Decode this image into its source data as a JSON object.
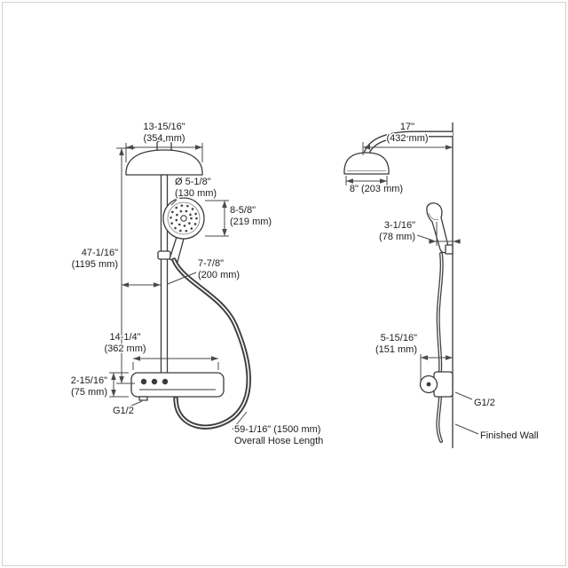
{
  "page": {
    "background": "#ffffff",
    "line_color": "#3a3a3a",
    "dim_color": "#4a4a4a"
  },
  "front_view": {
    "head_width_in": "13-15/16\"",
    "head_width_mm": "(354 mm)",
    "handshower_dia_in": "Ø 5-1/8\"",
    "handshower_dia_mm": "(130 mm)",
    "drop_in": "8-5/8\"",
    "drop_mm": "(219 mm)",
    "offset_in": "7-7/8\"",
    "offset_mm": "(200 mm)",
    "height_in": "47-1/16\"",
    "height_mm": "(1195 mm)",
    "valve_width_in": "14-1/4\"",
    "valve_width_mm": "(362 mm)",
    "valve_height_in": "2-15/16\"",
    "valve_height_mm": "(75 mm)",
    "connection": "G1/2",
    "hose_line1": "59-1/16\" (1500 mm)",
    "hose_line2": "Overall Hose Length"
  },
  "side_view": {
    "arm_reach_in": "17\"",
    "arm_reach_mm": "(432 mm)",
    "head_depth": "8\" (203 mm)",
    "projection_in": "3-1/16\"",
    "projection_mm": "(78 mm)",
    "valve_proj_in": "5-15/16\"",
    "valve_proj_mm": "(151 mm)",
    "connection": "G1/2",
    "wall_label": "Finished Wall"
  }
}
